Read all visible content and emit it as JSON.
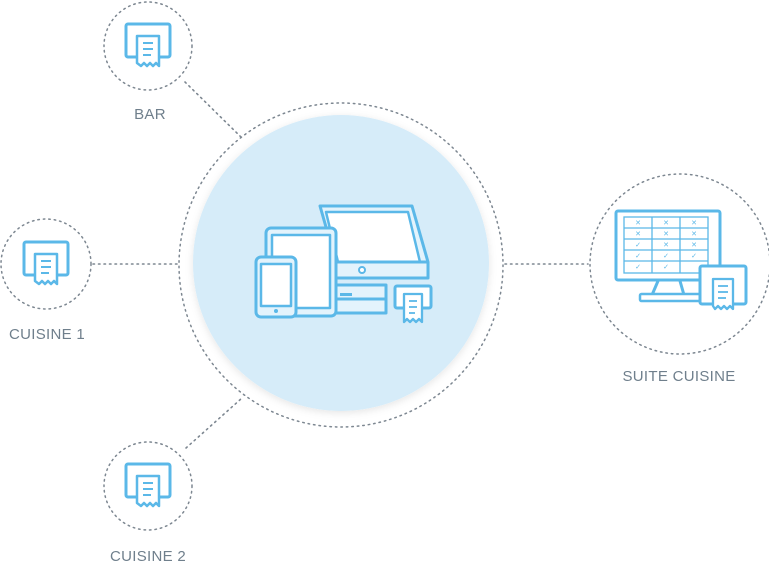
{
  "nodes": {
    "bar": {
      "label": "BAR",
      "icon": "receipt-printer-icon"
    },
    "cuisine1": {
      "label": "CUISINE 1",
      "icon": "receipt-printer-icon"
    },
    "cuisine2": {
      "label": "CUISINE 2",
      "icon": "receipt-printer-icon"
    },
    "suite": {
      "label": "SUITE CUISINE",
      "icon": "kitchen-display-icon"
    },
    "hub": {
      "icon": "pos-devices-icon"
    }
  },
  "colors": {
    "icon_stroke": "#5bb8e8",
    "icon_fill": "#e3f3fc",
    "hub_fill": "#d6ecf9",
    "dotted_line": "#7d8791",
    "label": "#6f7f8c"
  }
}
